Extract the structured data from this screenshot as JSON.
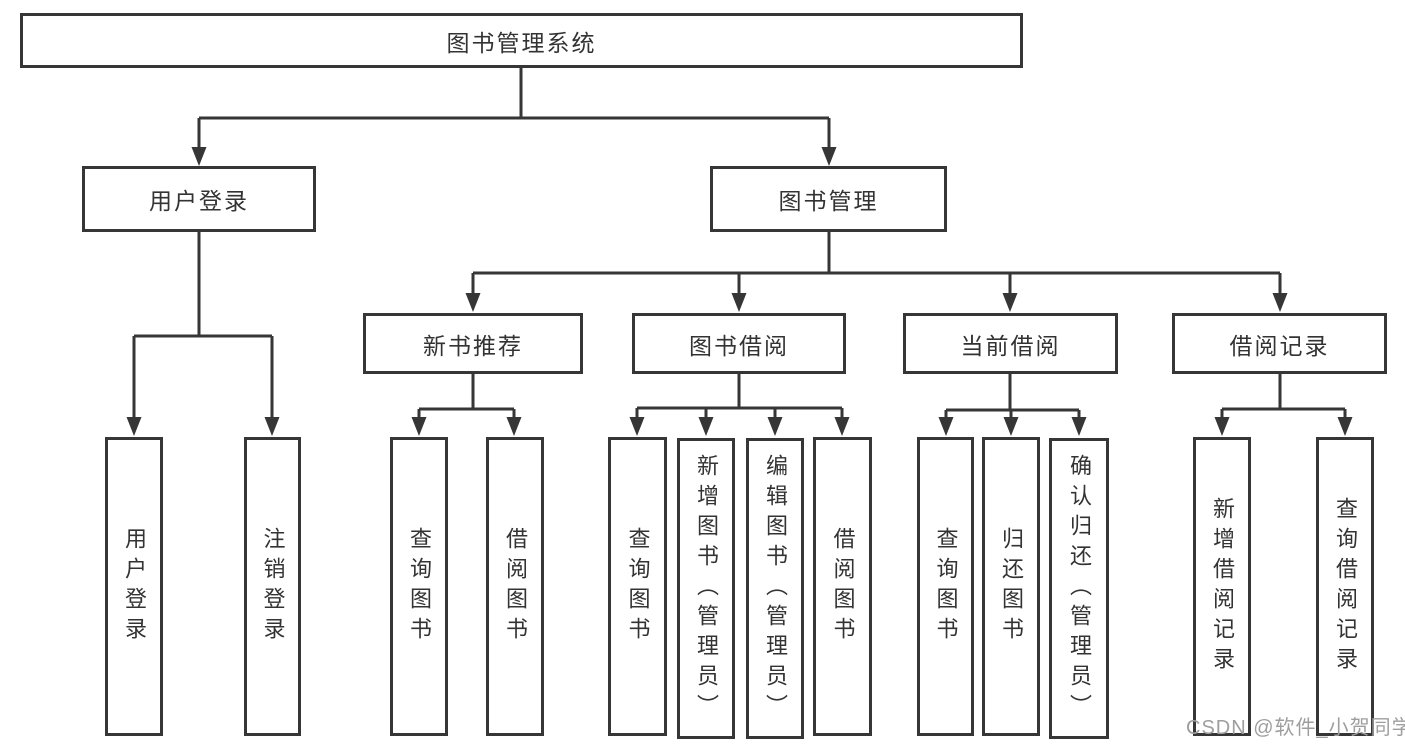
{
  "tree": {
    "root": {
      "label": "图书管理系统"
    },
    "branches": [
      {
        "label": "用户登录",
        "children": [
          {
            "label": "用户登录"
          },
          {
            "label": "注销登录"
          }
        ]
      },
      {
        "label": "图书管理",
        "children": [
          {
            "label": "新书推荐",
            "children": [
              {
                "label": "查询图书"
              },
              {
                "label": "借阅图书"
              }
            ]
          },
          {
            "label": "图书借阅",
            "children": [
              {
                "label": "查询图书"
              },
              {
                "label": "新增图书（管理员）"
              },
              {
                "label": "编辑图书（管理员）"
              },
              {
                "label": "借阅图书"
              }
            ]
          },
          {
            "label": "当前借阅",
            "children": [
              {
                "label": "查询图书"
              },
              {
                "label": "归还图书"
              },
              {
                "label": "确认归还（管理员）"
              }
            ]
          },
          {
            "label": "借阅记录",
            "children": [
              {
                "label": "新增借阅记录"
              },
              {
                "label": "查询借阅记录"
              }
            ]
          }
        ]
      }
    ]
  },
  "watermark": {
    "text": "CSDN @软件_小贺同学"
  },
  "colors": {
    "line": "#363636",
    "node_text": "#333333",
    "watermark": "#9e9e9e",
    "background": "#ffffff"
  }
}
